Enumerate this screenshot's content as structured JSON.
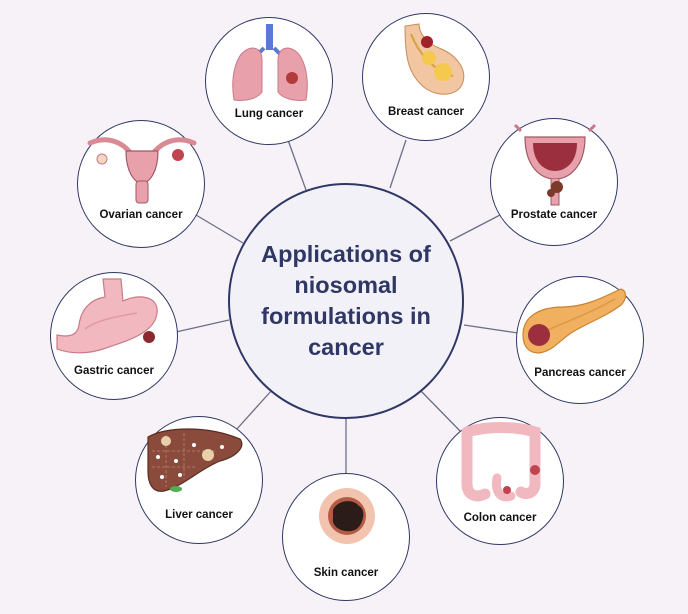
{
  "center": {
    "title": "Applications of niosomal formulations in cancer"
  },
  "nodes": [
    {
      "label": "Lung cancer",
      "icon": "lung-icon"
    },
    {
      "label": "Breast cancer",
      "icon": "breast-icon"
    },
    {
      "label": "Prostate cancer",
      "icon": "prostate-icon"
    },
    {
      "label": "Pancreas cancer",
      "icon": "pancreas-icon"
    },
    {
      "label": "Colon cancer",
      "icon": "colon-icon"
    },
    {
      "label": "Skin cancer",
      "icon": "skin-icon"
    },
    {
      "label": "Liver cancer",
      "icon": "liver-icon"
    },
    {
      "label": "Gastric cancer",
      "icon": "stomach-icon"
    },
    {
      "label": "Ovarian cancer",
      "icon": "ovary-icon"
    }
  ],
  "colors": {
    "outline": "#2f3764",
    "organ": "#e8a1aa",
    "tumor": "#b33a3a"
  }
}
